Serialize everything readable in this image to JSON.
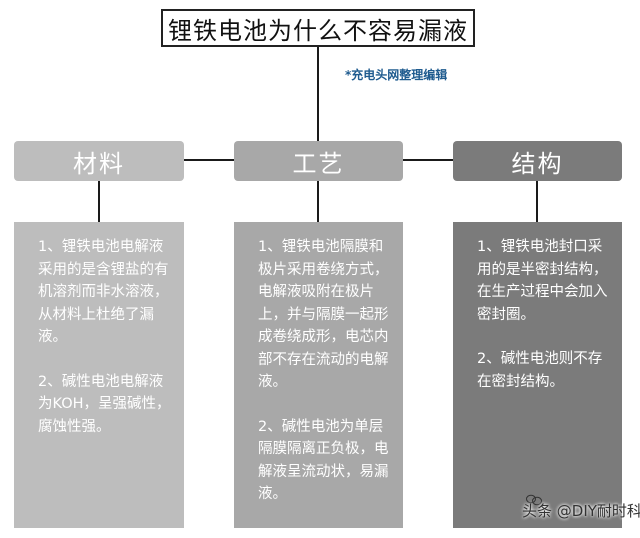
{
  "title": "锂铁电池为什么不容易漏液",
  "credit": "*充电头网整理编辑",
  "columns": [
    {
      "heading": "材料",
      "paragraphs": [
        "1、锂铁电池电解液采用的是含锂盐的有机溶剂而非水溶液，从材料上杜绝了漏液。",
        "2、碱性电池电解液为KOH，呈强碱性，腐蚀性强。"
      ]
    },
    {
      "heading": "工艺",
      "paragraphs": [
        "1、锂铁电池隔膜和极片采用卷绕方式，电解液吸附在极片上，并与隔膜一起形成卷绕成形，电芯内部不存在流动的电解液。",
        "2、碱性电池为单层隔膜隔离正负极，电解液呈流动状，易漏液。"
      ]
    },
    {
      "heading": "结构",
      "paragraphs": [
        "1、锂铁电池封口采用的是半密封结构，在生产过程中会加入密封圈。",
        "2、碱性电池则不存在密封结构。"
      ]
    }
  ],
  "watermark": "头条 @DIY耐时科技",
  "colors": {
    "col1": "#bdbdbd",
    "col2": "#a8a8a8",
    "col3": "#7b7b7b",
    "credit": "#1f5b8f"
  }
}
